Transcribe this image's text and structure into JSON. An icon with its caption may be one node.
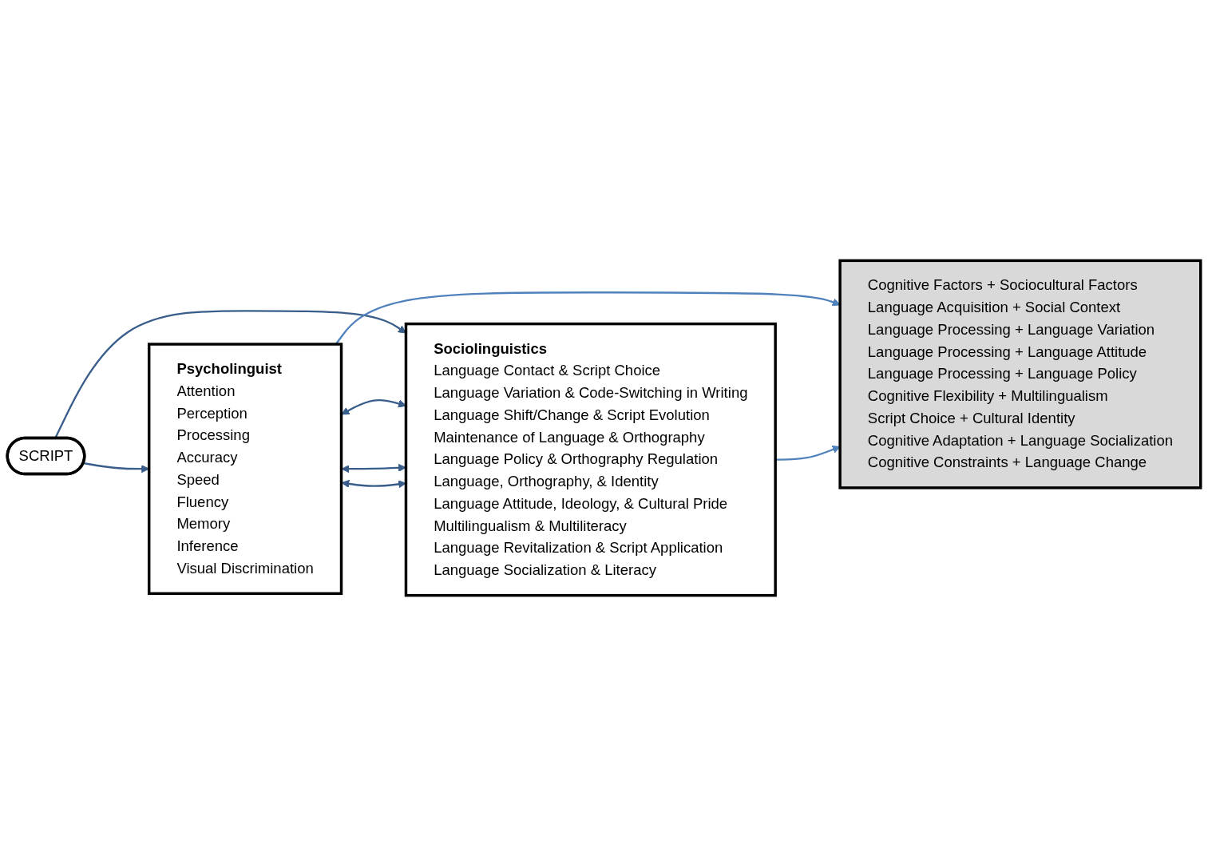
{
  "diagram": {
    "nodes": [
      {
        "text": [
          "Psycholinguist",
          "Attention",
          "Perception",
          "Processing",
          "Accuracy",
          "Speed",
          "Fluency",
          "Memory",
          "Inference",
          "Visual Discrimination"
        ]
      },
      {
        "text": [
          "SCRIPT"
        ]
      },
      {
        "text": [
          "Sociolinguistics",
          "Language Contact & Script Choice",
          "Language Variation & Code-Switching in Writing",
          "Language Shift/Change & Script Evolution",
          "Maintenance of Language & Orthography",
          "Language Policy & Orthography Regulation",
          "Language, Orthography, & Identity",
          "Language Attitude, Ideology, & Cultural Pride",
          "Multilingualism & Multiliteracy",
          "Language Revitalization & Script Application",
          "Language Socialization & Literacy"
        ]
      },
      {
        "text": [
          "Cognitive Factors + Sociocultural Factors",
          "Language Acquisition + Social Context",
          "Language Processing + Language Variation",
          "Language Processing + Language Attitude",
          "Language Processing + Language Policy",
          "Cognitive Flexibility + Multilingualism",
          "Script Choice + Cultural Identity",
          "Cognitive Adaptation + Language Socialization",
          "Cognitive Constraints + Language Change"
        ]
      }
    ],
    "edges": [
      {
        "from": 1,
        "to": 0,
        "arrow": "to"
      },
      {
        "from": 1,
        "to": 2,
        "arrow": "to"
      },
      {
        "from": 0,
        "to": 2,
        "arrow": "both"
      },
      {
        "from": 0,
        "to": 2,
        "arrow": "both"
      },
      {
        "from": 0,
        "to": 2,
        "arrow": "both"
      },
      {
        "from": 0,
        "to": 3,
        "arrow": "to",
        "color": "#4f81bd"
      },
      {
        "from": 2,
        "to": 3,
        "arrow": "to",
        "color": "#4f81bd"
      }
    ]
  }
}
